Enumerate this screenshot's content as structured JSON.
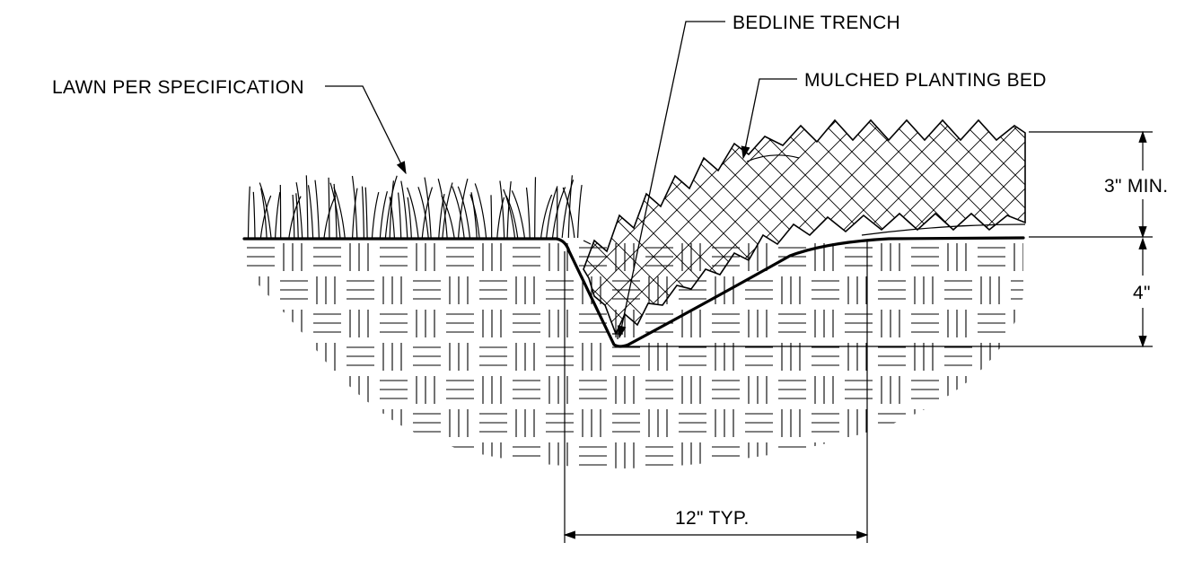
{
  "labels": {
    "lawn": "LAWN PER SPECIFICATION",
    "bedline": "BEDLINE TRENCH",
    "mulch": "MULCHED PLANTING BED",
    "mulch_depth": "3\" MIN.",
    "trench_depth": "4\"",
    "trench_width": "12\" TYP."
  }
}
